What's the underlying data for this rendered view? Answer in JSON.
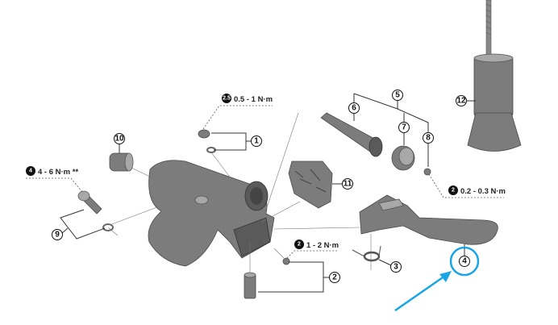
{
  "diagram": {
    "callouts": {
      "c1": "1",
      "c2": "2",
      "c3": "3",
      "c4": "4",
      "c5": "5",
      "c6": "6",
      "c7": "7",
      "c8": "8",
      "c9": "9",
      "c10": "10",
      "c11": "11",
      "c12": "12"
    },
    "torques": [
      {
        "badge": "2.5",
        "text": "0.5 - 1 N·m"
      },
      {
        "badge": "4",
        "text": "4 - 6 N·m **"
      },
      {
        "badge": "2",
        "text": "0.2 - 0.3 N·m"
      },
      {
        "badge": "2",
        "text": "1 - 2 N·m"
      }
    ],
    "highlight": {
      "target": "4",
      "color": "#1aa6e4"
    }
  }
}
